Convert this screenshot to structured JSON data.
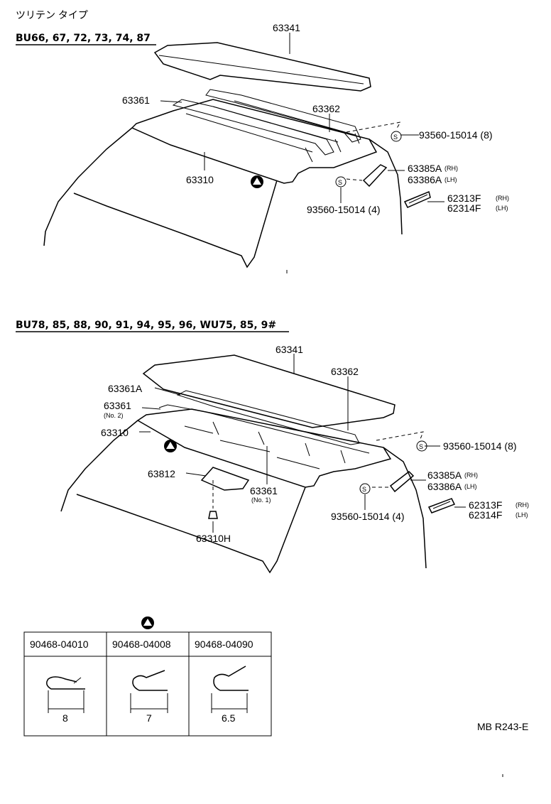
{
  "header": {
    "type_label": "ツリテン タイプ",
    "group1_models": "BU66, 67, 72, 73, 74, 87",
    "group2_models": "BU78, 85, 88, 90, 91, 94, 95, 96, WU75, 85, 9#"
  },
  "group1": {
    "p63341": "63341",
    "p63361": "63361",
    "p63362": "63362",
    "p63310": "63310",
    "screw_top": "93560-15014 (8)",
    "p63385": "63385A",
    "p63386": "63386A",
    "rh": "(RH)",
    "lh": "(LH)",
    "screw_bottom": "93560-15014 (4)",
    "p62313": "62313F",
    "p62314": "62314F"
  },
  "group2": {
    "p63341": "63341",
    "p63362": "63362",
    "p63361a": "63361A",
    "p63361_no2": "63361",
    "no2": "(No. 2)",
    "p63310": "63310",
    "screw_top": "93560-15014 (8)",
    "p63812": "63812",
    "p63361_no1": "63361",
    "no1": "(No. 1)",
    "p63385": "63385A",
    "p63386": "63386A",
    "rh": "(RH)",
    "lh": "(LH)",
    "screw_bottom": "93560-15014 (4)",
    "p62313": "62313F",
    "p62314": "62314F",
    "p63310h": "63310H"
  },
  "screw_symbol": "S",
  "clip_table": {
    "headers": [
      "90468-04010",
      "90468-04008",
      "90468-04090"
    ],
    "sizes": [
      "8",
      "7",
      "6.5"
    ]
  },
  "footer_code": "MB R243-E"
}
